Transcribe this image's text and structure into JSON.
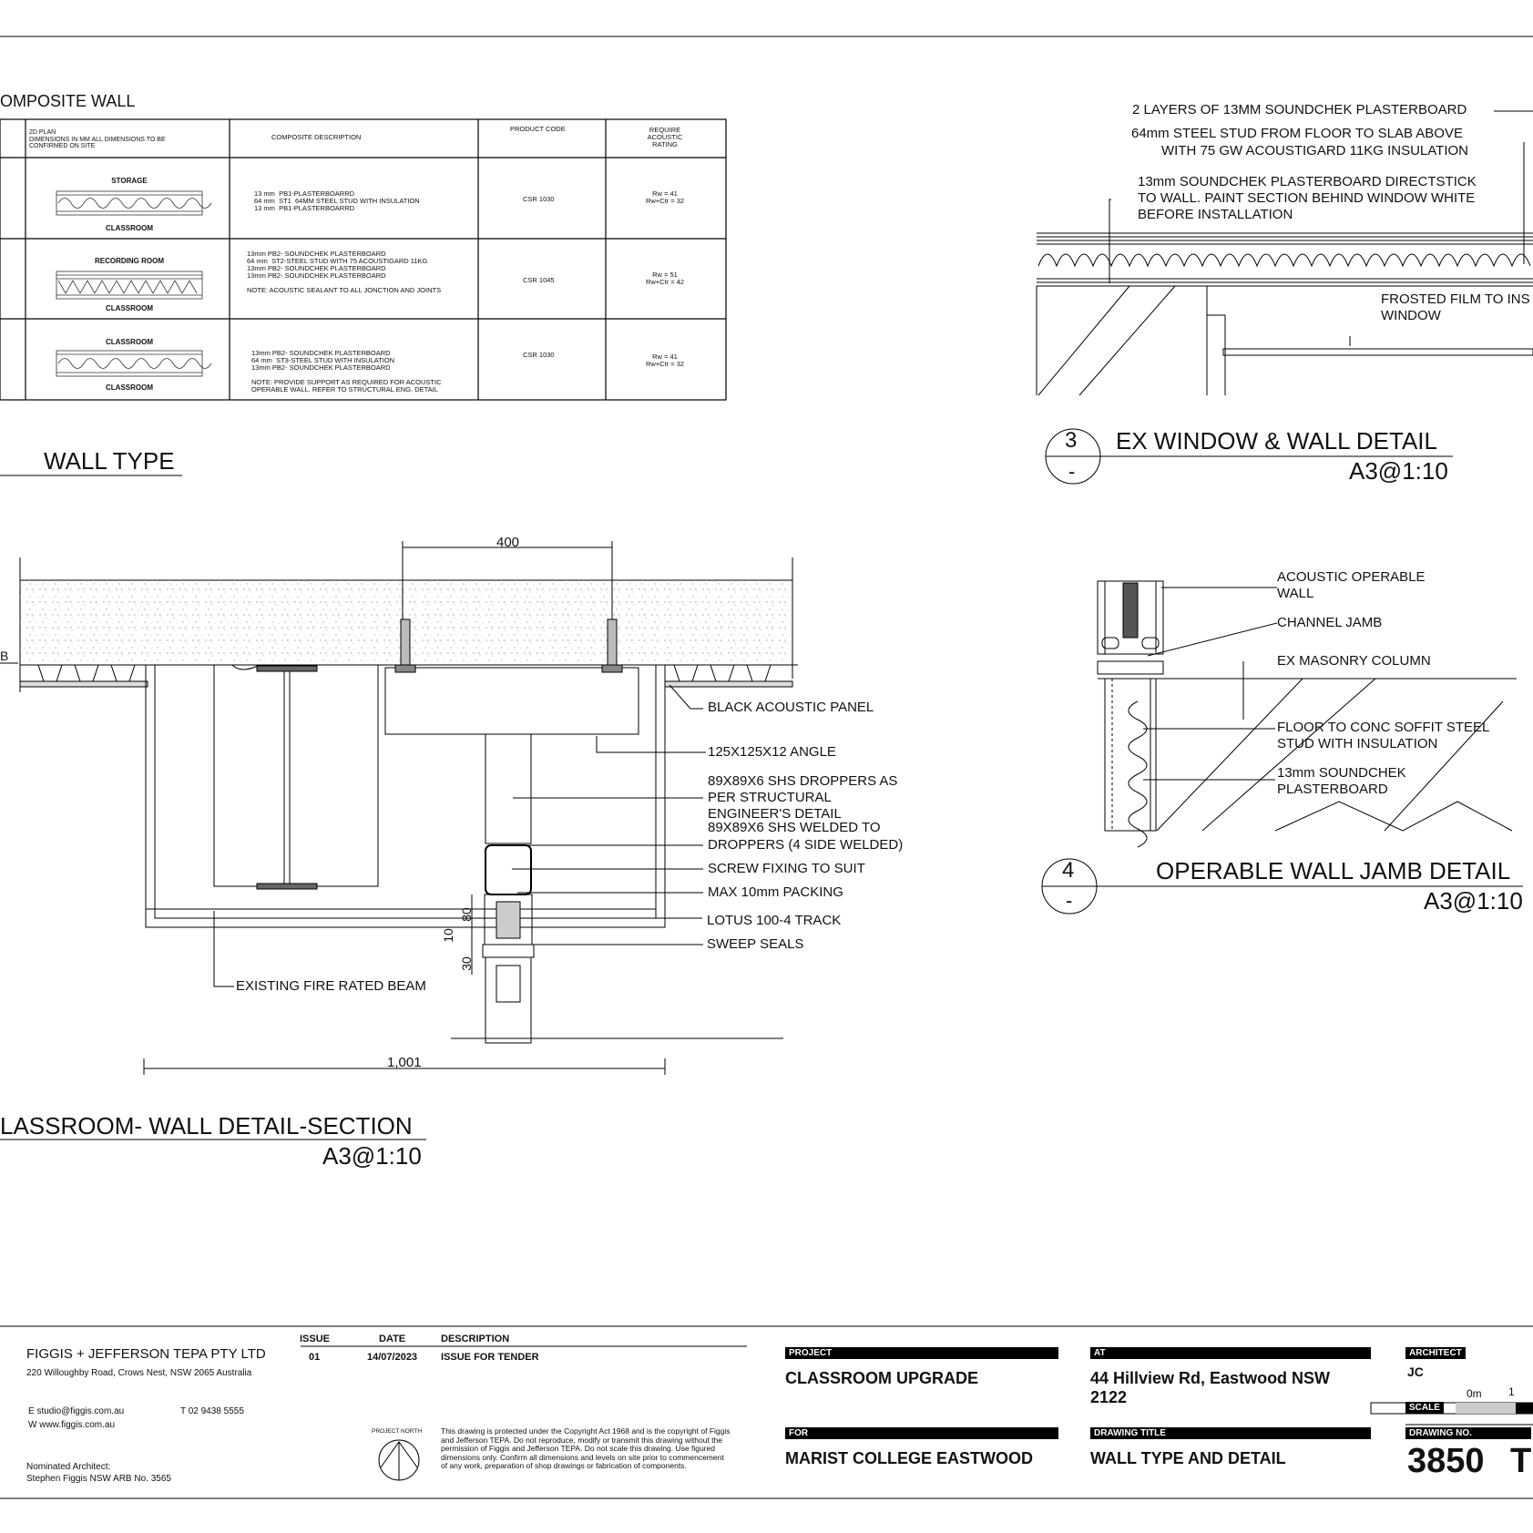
{
  "table": {
    "title": "OMPOSITE WALL",
    "headers": {
      "plan": "2D PLAN\nDIMENSIONS IN MM ALL DIMENSIONS TO BE\nCONFIRMED ON SITE",
      "description": "COMPOSITE DESCRIPTION",
      "code": "PRODUCT CODE",
      "rating": "REQUIRE\nACOUSTIC\nRATING"
    },
    "rows": [
      {
        "top": "STORAGE",
        "bottom": "CLASSROOM",
        "description": "13 mm  PB1-PLASTERBOARRD\n64 mm  ST1  64MM STEEL STUD WITH INSULATION\n13 mm  PB1-PLASTERBOARRD",
        "code": "CSR 1030",
        "rating": "Rw = 41\nRw+Ctr = 32"
      },
      {
        "top": "RECORDING ROOM",
        "bottom": "CLASSROOM",
        "description": "13mm PB2- SOUNDCHEK PLASTERBOARD\n64 mm  ST2-STEEL STUD WITH 75 ACOUSTIGARD 11KG\n13mm PB2- SOUNDCHEK PLASTERBOARD\n13mm PB2- SOUNDCHEK PLASTERBOARD\n\nNOTE: ACOUSTIC SEALANT TO ALL JONCTION AND JOINTS",
        "code": "CSR 1045",
        "rating": "Rw = 51\nRw+Ctr = 42"
      },
      {
        "top": "CLASSROOM",
        "bottom": "CLASSROOM",
        "description": "13mm PB2- SOUNDCHEK PLASTERBOARD\n64 mm  ST3-STEEL STUD WITH INSULATION\n13mm PB2- SOUNDCHEK PLASTERBOARD\n\nNOTE: PROVIDE SUPPORT AS REQUIRED FOR ACOUSTIC\nOPERABLE WALL. REFER TO STRUCTURAL ENG. DETAIL",
        "code": "CSR 1030",
        "rating": "Rw = 41\nRw+Ctr = 32"
      }
    ]
  },
  "wall_type_title": "WALL TYPE",
  "detail3": {
    "labels": [
      "2 LAYERS OF 13MM SOUNDCHEK PLASTERBOARD",
      "64mm  STEEL STUD FROM FLOOR TO SLAB ABOVE",
      "WITH 75 GW ACOUSTIGARD 11KG INSULATION",
      "13mm SOUNDCHEK PLASTERBOARD DIRECTSTICK",
      "TO WALL. PAINT SECTION BEHIND WINDOW WHITE",
      "BEFORE INSTALLATION",
      "FROSTED FILM TO INS",
      "WINDOW"
    ],
    "number": "3",
    "sheet": "-",
    "title": "EX WINDOW & WALL DETAIL",
    "scale": "A3@1:10"
  },
  "detail4": {
    "labels": [
      "ACOUSTIC OPERABLE",
      "WALL",
      "CHANNEL JAMB",
      "EX MASONRY COLUMN",
      "FLOOR TO CONC SOFFIT STEEL",
      "STUD WITH INSULATION",
      "13mm SOUNDCHEK",
      "PLASTERBOARD"
    ],
    "number": "4",
    "sheet": "-",
    "title": "OPERABLE WALL JAMB DETAIL",
    "scale": "A3@1:10"
  },
  "section": {
    "dim_top": "400",
    "dim_bottom": "1,001",
    "edge_label": "B",
    "dims_vertical": [
      "80",
      "10",
      "30"
    ],
    "labels": [
      "BLACK ACOUSTIC PANEL",
      "125X125X12 ANGLE",
      "89X89X6 SHS DROPPERS AS",
      "PER STRUCTURAL",
      "ENGINEER'S DETAIL",
      "89X89X6 SHS WELDED TO",
      "DROPPERS (4 SIDE WELDED)",
      "SCREW FIXING TO SUIT",
      "MAX 10mm PACKING",
      "LOTUS 100-4 TRACK",
      "SWEEP SEALS"
    ],
    "beam_label": "EXISTING FIRE RATED BEAM",
    "title": "LASSROOM- WALL DETAIL-SECTION",
    "scale": "A3@1:10"
  },
  "titleblock": {
    "company": "FIGGIS + JEFFERSON TEPA PTY LTD",
    "address": "220 Willoughby Road, Crows Nest, NSW 2065 Australia",
    "email": "E  studio@figgis.com.au",
    "phone": "T  02 9438 5555",
    "web": "W  www.figgis.com.au",
    "nominated": "Nominated Architect:",
    "architect_name": "Stephen Figgis NSW ARB No. 3565",
    "issue_header": "ISSUE",
    "date_header": "DATE",
    "desc_header": "DESCRIPTION",
    "issue": "01",
    "date": "14/07/2023",
    "desc": "ISSUE FOR TENDER",
    "north": "PROJECT NORTH",
    "copyright": "This drawing is protected under the Copyright Act 1968 and is the copyright of Figgis\nand Jefferson TEPA. Do not reproduce, modify or transmit this drawing without the\npermission of Figgis and Jefferson TEPA. Do not scale this drawing. Use figured\ndimensions only. Confirm all dimensions and levels on site prior to commencement\nof any work, preparation of shop drawings or fabrication of components.",
    "project_label": "PROJECT",
    "project": "CLASSROOM UPGRADE",
    "for_label": "FOR",
    "for": "MARIST COLLEGE EASTWOOD",
    "at_label": "AT",
    "at": "44 Hillview Rd, Eastwood NSW\n2122",
    "drawing_title_label": "DRAWING TITLE",
    "drawing_title": "WALL TYPE AND DETAIL",
    "architect_label": "ARCHITECT",
    "architect": "JC",
    "scale_label": "SCALE",
    "scale_0": "0m",
    "scale_1": "1",
    "drawing_no_label": "DRAWING NO.",
    "drawing_no": "3850",
    "drawing_no_suffix": "T"
  }
}
